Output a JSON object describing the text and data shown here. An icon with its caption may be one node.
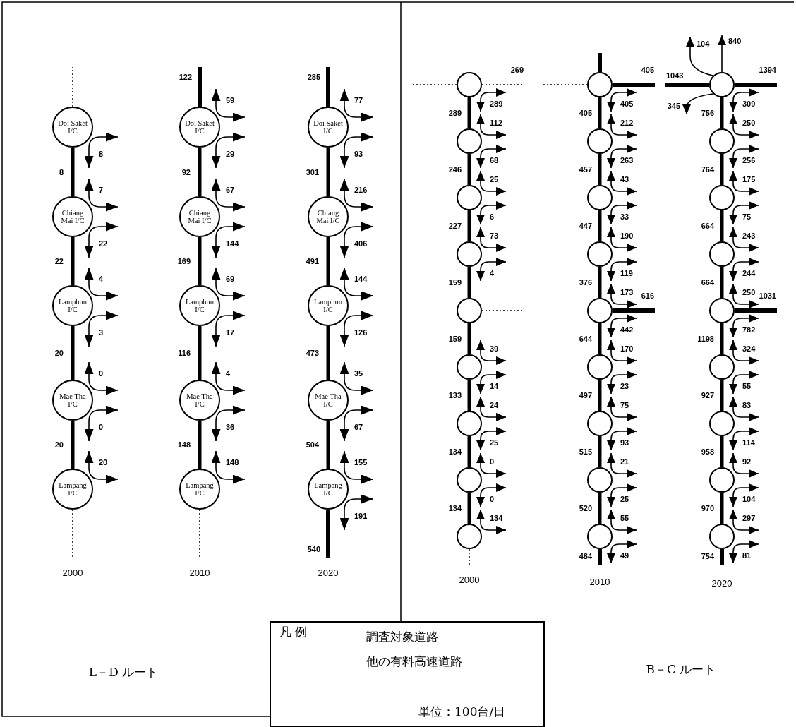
{
  "diagram": {
    "nodes": [
      {
        "text": [
          "Doi Saket I/C"
        ]
      },
      {
        "text": [
          "Chiang Mai I/C"
        ]
      },
      {
        "text": [
          "Lamphun I/C"
        ]
      },
      {
        "text": [
          "Mae Tha I/C"
        ]
      },
      {
        "text": [
          "Lampang I/C"
        ]
      },
      {
        "text": [
          "Doi Saket I/C"
        ]
      },
      {
        "text": [
          "Chiang Mai I/C"
        ]
      },
      {
        "text": [
          "Lamphun I/C"
        ]
      },
      {
        "text": [
          "Mae Tha I/C"
        ]
      },
      {
        "text": [
          "Lampang I/C"
        ]
      },
      {
        "text": [
          "Doi Saket I/C"
        ]
      },
      {
        "text": [
          "Chiang Mai I/C"
        ]
      },
      {
        "text": [
          "Lamphun I/C"
        ]
      },
      {
        "text": [
          "Mae Tha I/C"
        ]
      },
      {
        "text": [
          "Lampang I/C"
        ]
      },
      {
        "text": [],
        "shape": "circle"
      },
      {
        "text": [],
        "shape": "circle"
      },
      {
        "text": [],
        "shape": "circle"
      },
      {
        "text": [],
        "shape": "circle"
      },
      {
        "text": [],
        "shape": "circle"
      },
      {
        "text": [],
        "shape": "circle"
      },
      {
        "text": [],
        "shape": "circle"
      },
      {
        "text": [],
        "shape": "circle"
      },
      {
        "text": [],
        "shape": "circle"
      },
      {
        "text": [],
        "shape": "circle"
      },
      {
        "text": [],
        "shape": "circle"
      },
      {
        "text": [],
        "shape": "circle"
      },
      {
        "text": [],
        "shape": "circle"
      },
      {
        "text": [],
        "shape": "circle"
      },
      {
        "text": [],
        "shape": "circle"
      },
      {
        "text": [],
        "shape": "circle"
      },
      {
        "text": [],
        "shape": "circle"
      },
      {
        "text": [],
        "shape": "circle"
      },
      {
        "text": [],
        "shape": "circle"
      },
      {
        "text": [],
        "shape": "circle"
      },
      {
        "text": [],
        "shape": "circle"
      },
      {
        "text": [],
        "shape": "circle"
      },
      {
        "text": [],
        "shape": "circle"
      },
      {
        "text": [],
        "shape": "circle"
      },
      {
        "text": [],
        "shape": "circle"
      },
      {
        "text": [],
        "shape": "circle"
      },
      {
        "text": [],
        "shape": "circle"
      }
    ],
    "edges": [
      {
        "from": null,
        "to": 0,
        "arrow": "none",
        "style": "dashed"
      },
      {
        "from": 0,
        "to": null,
        "arrow": "both",
        "label": "8"
      },
      {
        "from": 0,
        "to": 1,
        "arrow": "none",
        "style": "thick",
        "label": "8"
      },
      {
        "from": 1,
        "to": null,
        "arrow": "both",
        "label": "7"
      },
      {
        "from": 1,
        "to": null,
        "arrow": "both",
        "label": "22"
      },
      {
        "from": 1,
        "to": 2,
        "arrow": "none",
        "style": "thick",
        "label": "22"
      },
      {
        "from": 2,
        "to": null,
        "arrow": "both",
        "label": "4"
      },
      {
        "from": 2,
        "to": null,
        "arrow": "both",
        "label": "3"
      },
      {
        "from": 2,
        "to": 3,
        "arrow": "none",
        "style": "thick",
        "label": "20"
      },
      {
        "from": 3,
        "to": null,
        "arrow": "both",
        "label": "0"
      },
      {
        "from": 3,
        "to": null,
        "arrow": "both",
        "label": "0"
      },
      {
        "from": 3,
        "to": 4,
        "arrow": "none",
        "style": "thick",
        "label": "20"
      },
      {
        "from": 4,
        "to": null,
        "arrow": "both",
        "label": "20"
      },
      {
        "from": 4,
        "to": null,
        "arrow": "none",
        "style": "dashed"
      },
      {
        "from": null,
        "to": 5,
        "arrow": "none",
        "style": "thick",
        "label": "122"
      },
      {
        "from": 5,
        "to": null,
        "arrow": "both",
        "label": "59"
      },
      {
        "from": 5,
        "to": null,
        "arrow": "both",
        "label": "29"
      },
      {
        "from": 5,
        "to": 6,
        "arrow": "none",
        "style": "thick",
        "label": "92"
      },
      {
        "from": 6,
        "to": null,
        "arrow": "both",
        "label": "67"
      },
      {
        "from": 6,
        "to": null,
        "arrow": "both",
        "label": "144"
      },
      {
        "from": 6,
        "to": 7,
        "arrow": "none",
        "style": "thick",
        "label": "169"
      },
      {
        "from": 7,
        "to": null,
        "arrow": "both",
        "label": "69"
      },
      {
        "from": 7,
        "to": null,
        "arrow": "both",
        "label": "17"
      },
      {
        "from": 7,
        "to": 8,
        "arrow": "none",
        "style": "thick",
        "label": "116"
      },
      {
        "from": 8,
        "to": null,
        "arrow": "both",
        "label": "4"
      },
      {
        "from": 8,
        "to": null,
        "arrow": "both",
        "label": "36"
      },
      {
        "from": 8,
        "to": 9,
        "arrow": "none",
        "style": "thick",
        "label": "148"
      },
      {
        "from": 9,
        "to": null,
        "arrow": "both",
        "label": "148"
      },
      {
        "from": 9,
        "to": null,
        "arrow": "none",
        "style": "dashed"
      },
      {
        "from": null,
        "to": 10,
        "arrow": "none",
        "style": "thick",
        "label": "285"
      },
      {
        "from": 10,
        "to": null,
        "arrow": "both",
        "label": "77"
      },
      {
        "from": 10,
        "to": null,
        "arrow": "both",
        "label": "93"
      },
      {
        "from": 10,
        "to": 11,
        "arrow": "none",
        "style": "thick",
        "label": "301"
      },
      {
        "from": 11,
        "to": null,
        "arrow": "both",
        "label": "216"
      },
      {
        "from": 11,
        "to": null,
        "arrow": "both",
        "label": "406"
      },
      {
        "from": 11,
        "to": 12,
        "arrow": "none",
        "style": "thick",
        "label": "491"
      },
      {
        "from": 12,
        "to": null,
        "arrow": "both",
        "label": "144"
      },
      {
        "from": 12,
        "to": null,
        "arrow": "both",
        "label": "126"
      },
      {
        "from": 12,
        "to": 13,
        "arrow": "none",
        "style": "thick",
        "label": "473"
      },
      {
        "from": 13,
        "to": null,
        "arrow": "both",
        "label": "35"
      },
      {
        "from": 13,
        "to": null,
        "arrow": "both",
        "label": "67"
      },
      {
        "from": 13,
        "to": 14,
        "arrow": "none",
        "style": "thick",
        "label": "504"
      },
      {
        "from": 14,
        "to": null,
        "arrow": "both",
        "label": "155"
      },
      {
        "from": 14,
        "to": null,
        "arrow": "both",
        "label": "191"
      },
      {
        "from": 14,
        "to": null,
        "arrow": "none",
        "style": "thick",
        "label": "540"
      },
      {
        "from": null,
        "to": 15,
        "arrow": "none",
        "style": "dashed"
      },
      {
        "from": 15,
        "to": null,
        "arrow": "none",
        "style": "dashed",
        "label": "269"
      },
      {
        "from": 15,
        "to": null,
        "arrow": "both",
        "label": "289"
      },
      {
        "from": 15,
        "to": 16,
        "arrow": "none",
        "style": "thick",
        "label": "289"
      },
      {
        "from": 16,
        "to": null,
        "arrow": "both",
        "label": "112"
      },
      {
        "from": 16,
        "to": null,
        "arrow": "both",
        "label": "68"
      },
      {
        "from": 16,
        "to": 17,
        "arrow": "none",
        "style": "thick",
        "label": "246"
      },
      {
        "from": 17,
        "to": null,
        "arrow": "both",
        "label": "25"
      },
      {
        "from": 17,
        "to": null,
        "arrow": "both",
        "label": "6"
      },
      {
        "from": 17,
        "to": 18,
        "arrow": "none",
        "style": "thick",
        "label": "227"
      },
      {
        "from": 18,
        "to": null,
        "arrow": "both",
        "label": "73"
      },
      {
        "from": 18,
        "to": null,
        "arrow": "both",
        "label": "4"
      },
      {
        "from": 18,
        "to": 19,
        "arrow": "none",
        "style": "thick",
        "label": "159"
      },
      {
        "from": 19,
        "to": null,
        "arrow": "none",
        "style": "dashed"
      },
      {
        "from": 19,
        "to": 20,
        "arrow": "none",
        "style": "thick",
        "label": "159"
      },
      {
        "from": 20,
        "to": null,
        "arrow": "both",
        "label": "39"
      },
      {
        "from": 20,
        "to": null,
        "arrow": "both",
        "label": "14"
      },
      {
        "from": 20,
        "to": 21,
        "arrow": "none",
        "style": "thick",
        "label": "133"
      },
      {
        "from": 21,
        "to": null,
        "arrow": "both",
        "label": "24"
      },
      {
        "from": 21,
        "to": null,
        "arrow": "both",
        "label": "25"
      },
      {
        "from": 21,
        "to": 22,
        "arrow": "none",
        "style": "thick",
        "label": "134"
      },
      {
        "from": 22,
        "to": null,
        "arrow": "both",
        "label": "0"
      },
      {
        "from": 22,
        "to": null,
        "arrow": "both",
        "label": "0"
      },
      {
        "from": 22,
        "to": 23,
        "arrow": "none",
        "style": "thick",
        "label": "134"
      },
      {
        "from": 23,
        "to": null,
        "arrow": "both",
        "label": "134"
      },
      {
        "from": 23,
        "to": null,
        "arrow": "none",
        "style": "dashed"
      },
      {
        "from": null,
        "to": 24,
        "arrow": "none",
        "style": "thick"
      },
      {
        "from": null,
        "to": 24,
        "arrow": "none",
        "style": "dashed"
      },
      {
        "from": 24,
        "to": null,
        "arrow": "none",
        "style": "thick",
        "label": "405"
      },
      {
        "from": 24,
        "to": null,
        "arrow": "both",
        "label": "405"
      },
      {
        "from": 24,
        "to": 25,
        "arrow": "none",
        "style": "thick",
        "label": "405"
      },
      {
        "from": 25,
        "to": null,
        "arrow": "both",
        "label": "212"
      },
      {
        "from": 25,
        "to": null,
        "arrow": "both",
        "label": "263"
      },
      {
        "from": 25,
        "to": 26,
        "arrow": "none",
        "style": "thick",
        "label": "457"
      },
      {
        "from": 26,
        "to": null,
        "arrow": "both",
        "label": "43"
      },
      {
        "from": 26,
        "to": null,
        "arrow": "both",
        "label": "33"
      },
      {
        "from": 26,
        "to": 27,
        "arrow": "none",
        "style": "thick",
        "label": "447"
      },
      {
        "from": 27,
        "to": null,
        "arrow": "both",
        "label": "190"
      },
      {
        "from": 27,
        "to": null,
        "arrow": "both",
        "label": "119"
      },
      {
        "from": 27,
        "to": 28,
        "arrow": "none",
        "style": "thick",
        "label": "376"
      },
      {
        "from": 28,
        "to": null,
        "arrow": "both",
        "label": "173"
      },
      {
        "from": 28,
        "to": null,
        "arrow": "none",
        "style": "thick",
        "label": "616"
      },
      {
        "from": 28,
        "to": null,
        "arrow": "both",
        "label": "442"
      },
      {
        "from": 28,
        "to": 29,
        "arrow": "none",
        "style": "thick",
        "label": "644"
      },
      {
        "from": 29,
        "to": null,
        "arrow": "both",
        "label": "170"
      },
      {
        "from": 29,
        "to": null,
        "arrow": "both",
        "label": "23"
      },
      {
        "from": 29,
        "to": 30,
        "arrow": "none",
        "style": "thick",
        "label": "497"
      },
      {
        "from": 30,
        "to": null,
        "arrow": "both",
        "label": "75"
      },
      {
        "from": 30,
        "to": null,
        "arrow": "both",
        "label": "93"
      },
      {
        "from": 30,
        "to": 31,
        "arrow": "none",
        "style": "thick",
        "label": "515"
      },
      {
        "from": 31,
        "to": null,
        "arrow": "both",
        "label": "21"
      },
      {
        "from": 31,
        "to": null,
        "arrow": "both",
        "label": "25"
      },
      {
        "from": 31,
        "to": 32,
        "arrow": "none",
        "style": "thick",
        "label": "520"
      },
      {
        "from": 32,
        "to": null,
        "arrow": "both",
        "label": "55"
      },
      {
        "from": 32,
        "to": null,
        "arrow": "both",
        "label": "49"
      },
      {
        "from": 32,
        "to": null,
        "arrow": "none",
        "style": "thick",
        "label": "484"
      },
      {
        "from": 33,
        "to": null,
        "arrow": "to",
        "label": "840"
      },
      {
        "from": null,
        "to": 33,
        "arrow": "none",
        "style": "thick",
        "label": "1043"
      },
      {
        "from": 33,
        "to": null,
        "arrow": "none",
        "style": "thick",
        "label": "1394"
      },
      {
        "from": 33,
        "to": null,
        "arrow": "to",
        "label": "104"
      },
      {
        "from": 33,
        "to": null,
        "arrow": "to",
        "label": "345"
      },
      {
        "from": 33,
        "to": null,
        "arrow": "both",
        "label": "309"
      },
      {
        "from": 33,
        "to": 34,
        "arrow": "none",
        "style": "thick",
        "label": "756"
      },
      {
        "from": 34,
        "to": null,
        "arrow": "both",
        "label": "250"
      },
      {
        "from": 34,
        "to": null,
        "arrow": "both",
        "label": "256"
      },
      {
        "from": 34,
        "to": 35,
        "arrow": "none",
        "style": "thick",
        "label": "764"
      },
      {
        "from": 35,
        "to": null,
        "arrow": "both",
        "label": "175"
      },
      {
        "from": 35,
        "to": null,
        "arrow": "both",
        "label": "75"
      },
      {
        "from": 35,
        "to": 36,
        "arrow": "none",
        "style": "thick",
        "label": "664"
      },
      {
        "from": 36,
        "to": null,
        "arrow": "both",
        "label": "243"
      },
      {
        "from": 36,
        "to": null,
        "arrow": "both",
        "label": "244"
      },
      {
        "from": 36,
        "to": 37,
        "arrow": "none",
        "style": "thick",
        "label": "664"
      },
      {
        "from": 37,
        "to": null,
        "arrow": "both",
        "label": "250"
      },
      {
        "from": 37,
        "to": null,
        "arrow": "none",
        "style": "thick",
        "label": "1031"
      },
      {
        "from": 37,
        "to": null,
        "arrow": "both",
        "label": "782"
      },
      {
        "from": 37,
        "to": 38,
        "arrow": "none",
        "style": "thick",
        "label": "1198"
      },
      {
        "from": 38,
        "to": null,
        "arrow": "both",
        "label": "324"
      },
      {
        "from": 38,
        "to": null,
        "arrow": "both",
        "label": "55"
      },
      {
        "from": 38,
        "to": 39,
        "arrow": "none",
        "style": "thick",
        "label": "927"
      },
      {
        "from": 39,
        "to": null,
        "arrow": "both",
        "label": "83"
      },
      {
        "from": 39,
        "to": null,
        "arrow": "both",
        "label": "114"
      },
      {
        "from": 39,
        "to": 40,
        "arrow": "none",
        "style": "thick",
        "label": "958"
      },
      {
        "from": 40,
        "to": null,
        "arrow": "both",
        "label": "92"
      },
      {
        "from": 40,
        "to": null,
        "arrow": "both",
        "label": "104"
      },
      {
        "from": 40,
        "to": 41,
        "arrow": "none",
        "style": "thick",
        "label": "970"
      },
      {
        "from": 41,
        "to": null,
        "arrow": "both",
        "label": "297"
      },
      {
        "from": 41,
        "to": null,
        "arrow": "both",
        "label": "81"
      },
      {
        "from": 41,
        "to": null,
        "arrow": "none",
        "style": "thick",
        "label": "754"
      }
    ],
    "labels": [
      "2000",
      "2010",
      "2020",
      "2000",
      "2010",
      "2020",
      "L－D ルート",
      "凡 例",
      "単位：100台/日",
      "B－C ルート"
    ],
    "legend": [
      {
        "text": "調査対象道路"
      },
      {
        "text": "他の有料高速道路"
      }
    ]
  }
}
